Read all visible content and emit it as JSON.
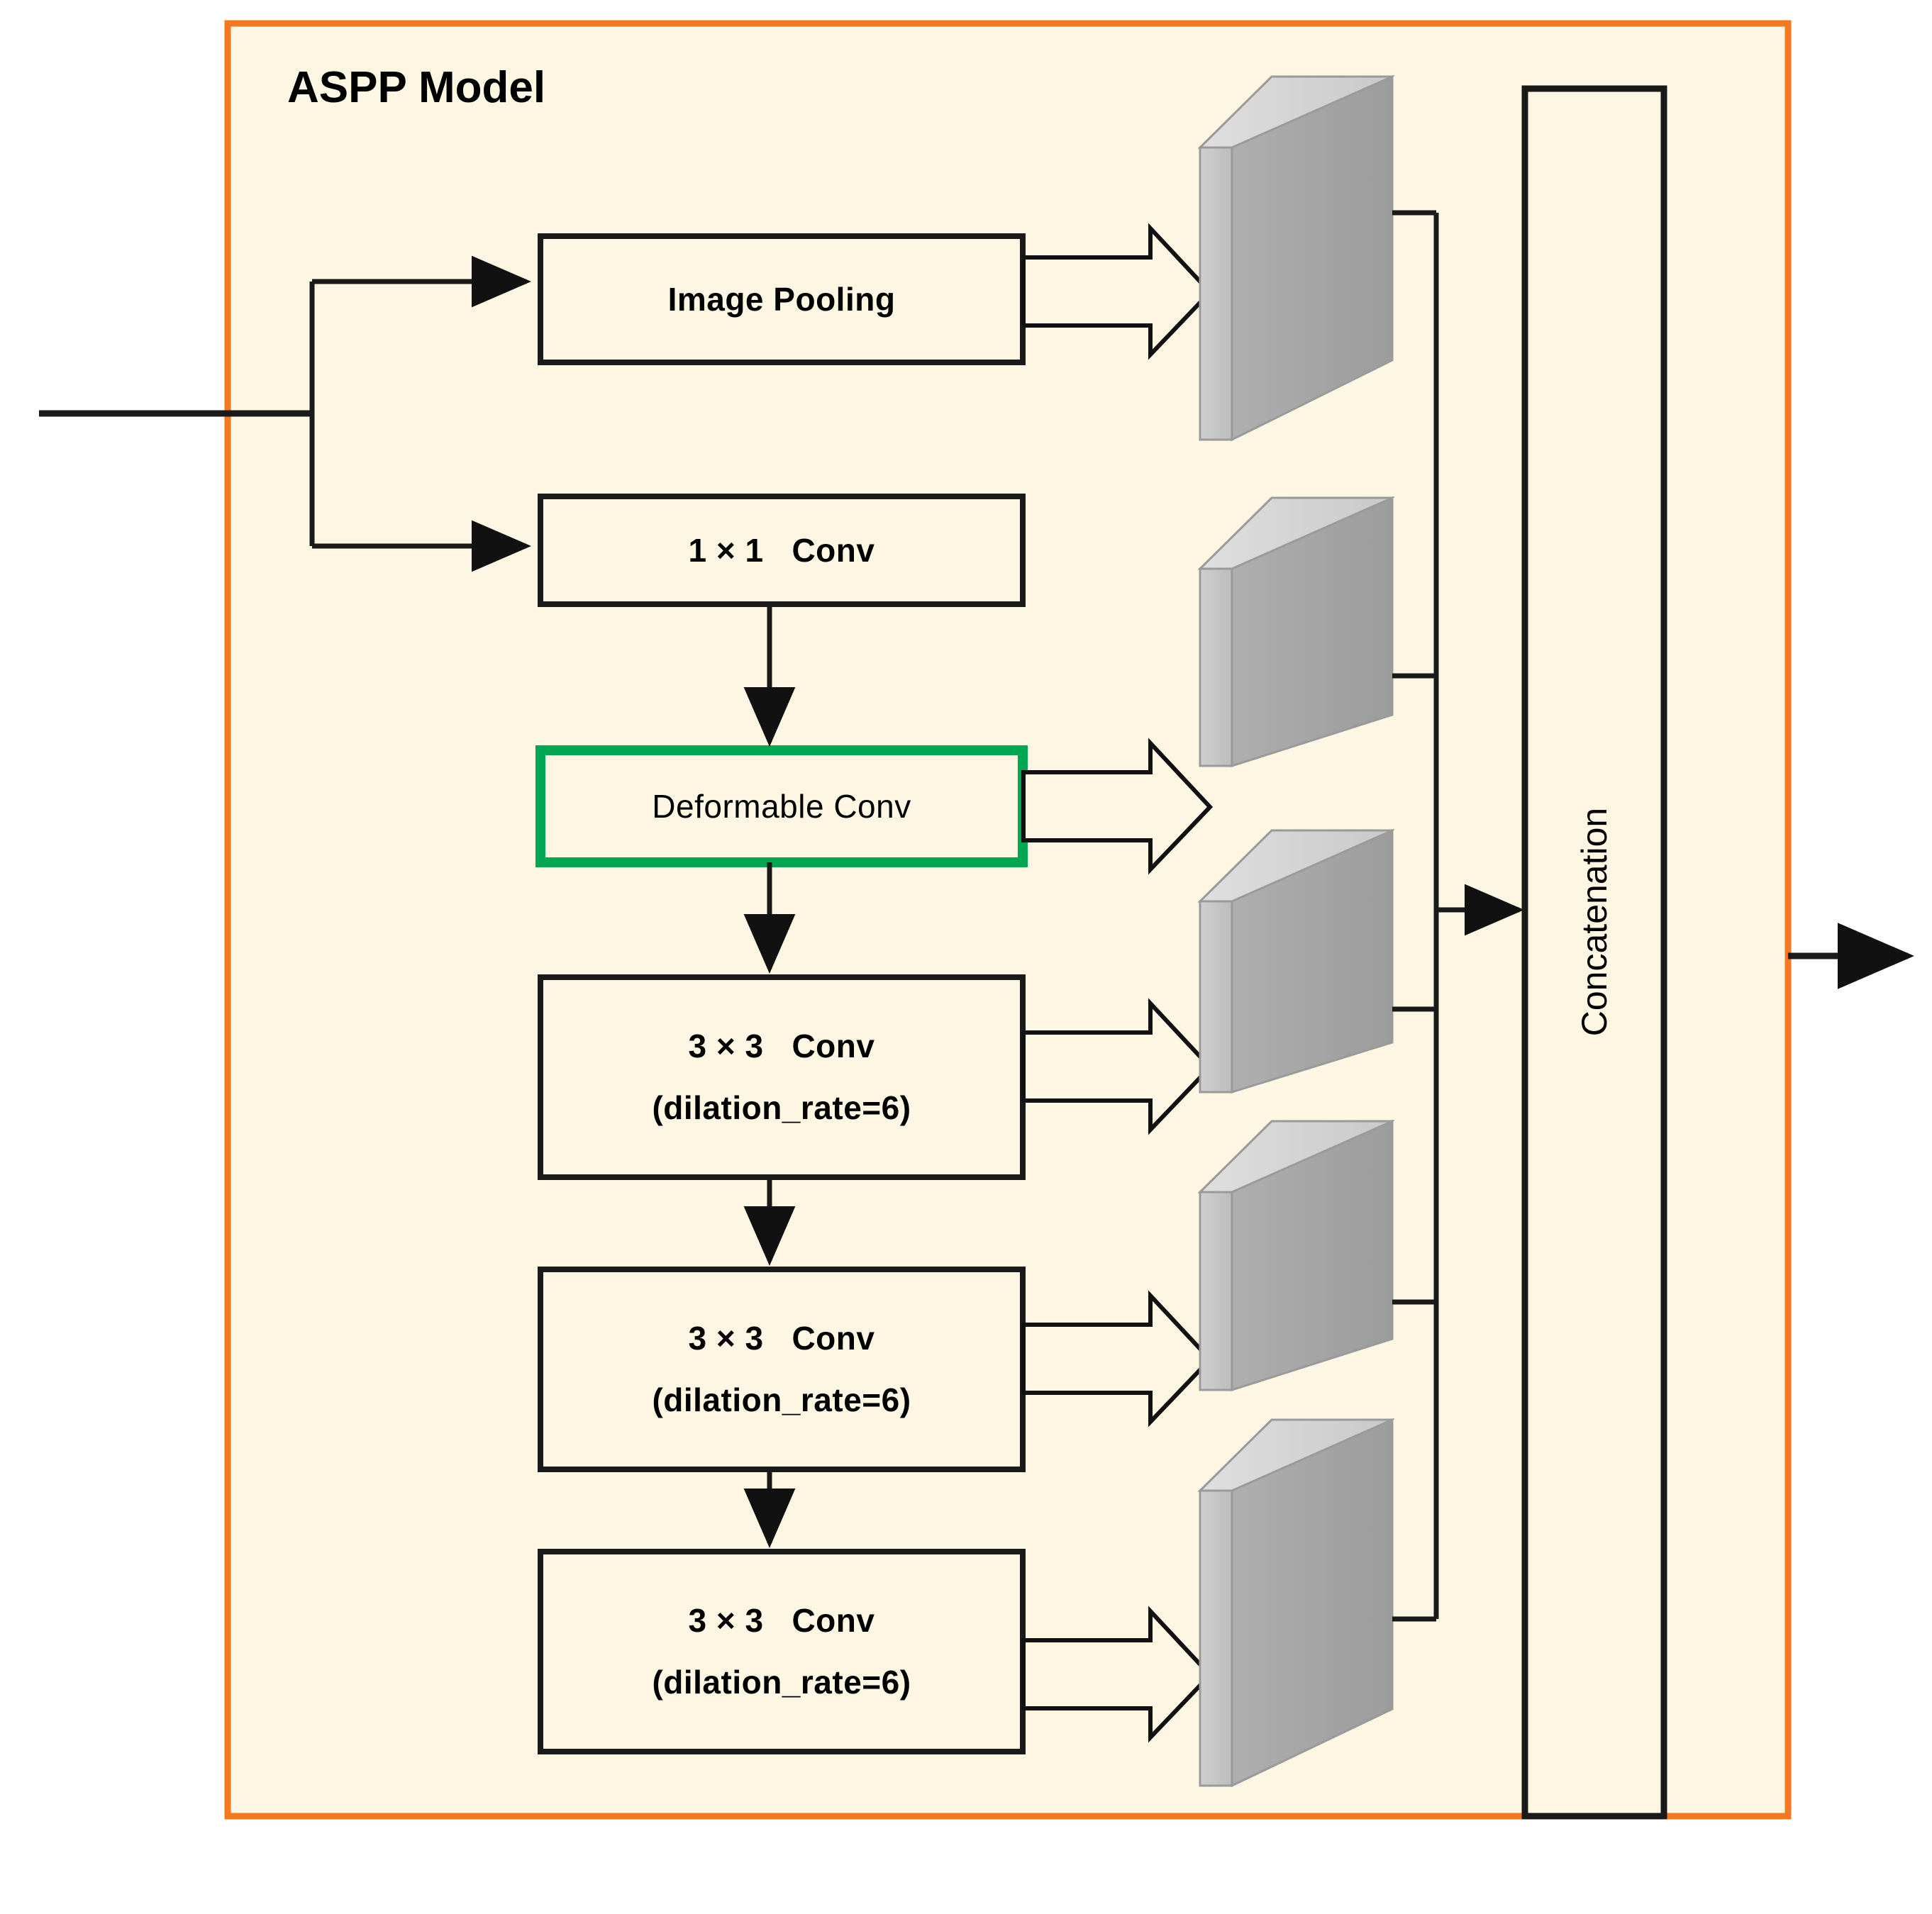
{
  "diagram": {
    "title": "ASPP Model",
    "frame_color": "#F4781E",
    "frame_fill": "#FDF6E3",
    "highlight_color": "#00A651",
    "line_color": "#1A1A1A",
    "slab_face_color": "#A6A6A6",
    "slab_side_color": "#C8C8C8",
    "slab_top_color": "#D9D9D9"
  },
  "blocks": [
    {
      "id": "image-pooling",
      "line1": "Image Pooling",
      "line2": "",
      "highlighted": false
    },
    {
      "id": "conv-1x1",
      "line1": "1 × 1   Conv",
      "line2": "",
      "highlighted": false
    },
    {
      "id": "deformable-conv",
      "line1": "Deformable Conv",
      "line2": "",
      "highlighted": true
    },
    {
      "id": "conv-3x3-a",
      "line1": "3 × 3   Conv",
      "line2": "(dilation_rate=6)",
      "highlighted": false
    },
    {
      "id": "conv-3x3-b",
      "line1": "3 × 3   Conv",
      "line2": "(dilation_rate=6)",
      "highlighted": false
    },
    {
      "id": "conv-3x3-c",
      "line1": "3 × 3   Conv",
      "line2": "(dilation_rate=6)",
      "highlighted": false
    }
  ],
  "concatenation": {
    "label": "Concatenation"
  },
  "feature_maps": [
    {
      "id": "feature-map-1",
      "source": "image-pooling"
    },
    {
      "id": "feature-map-2",
      "source": "deformable-conv"
    },
    {
      "id": "feature-map-3",
      "source": "conv-3x3-a"
    },
    {
      "id": "feature-map-4",
      "source": "conv-3x3-b"
    },
    {
      "id": "feature-map-5",
      "source": "conv-3x3-c"
    }
  ],
  "connectors": {
    "input_label": "",
    "output_label": ""
  }
}
